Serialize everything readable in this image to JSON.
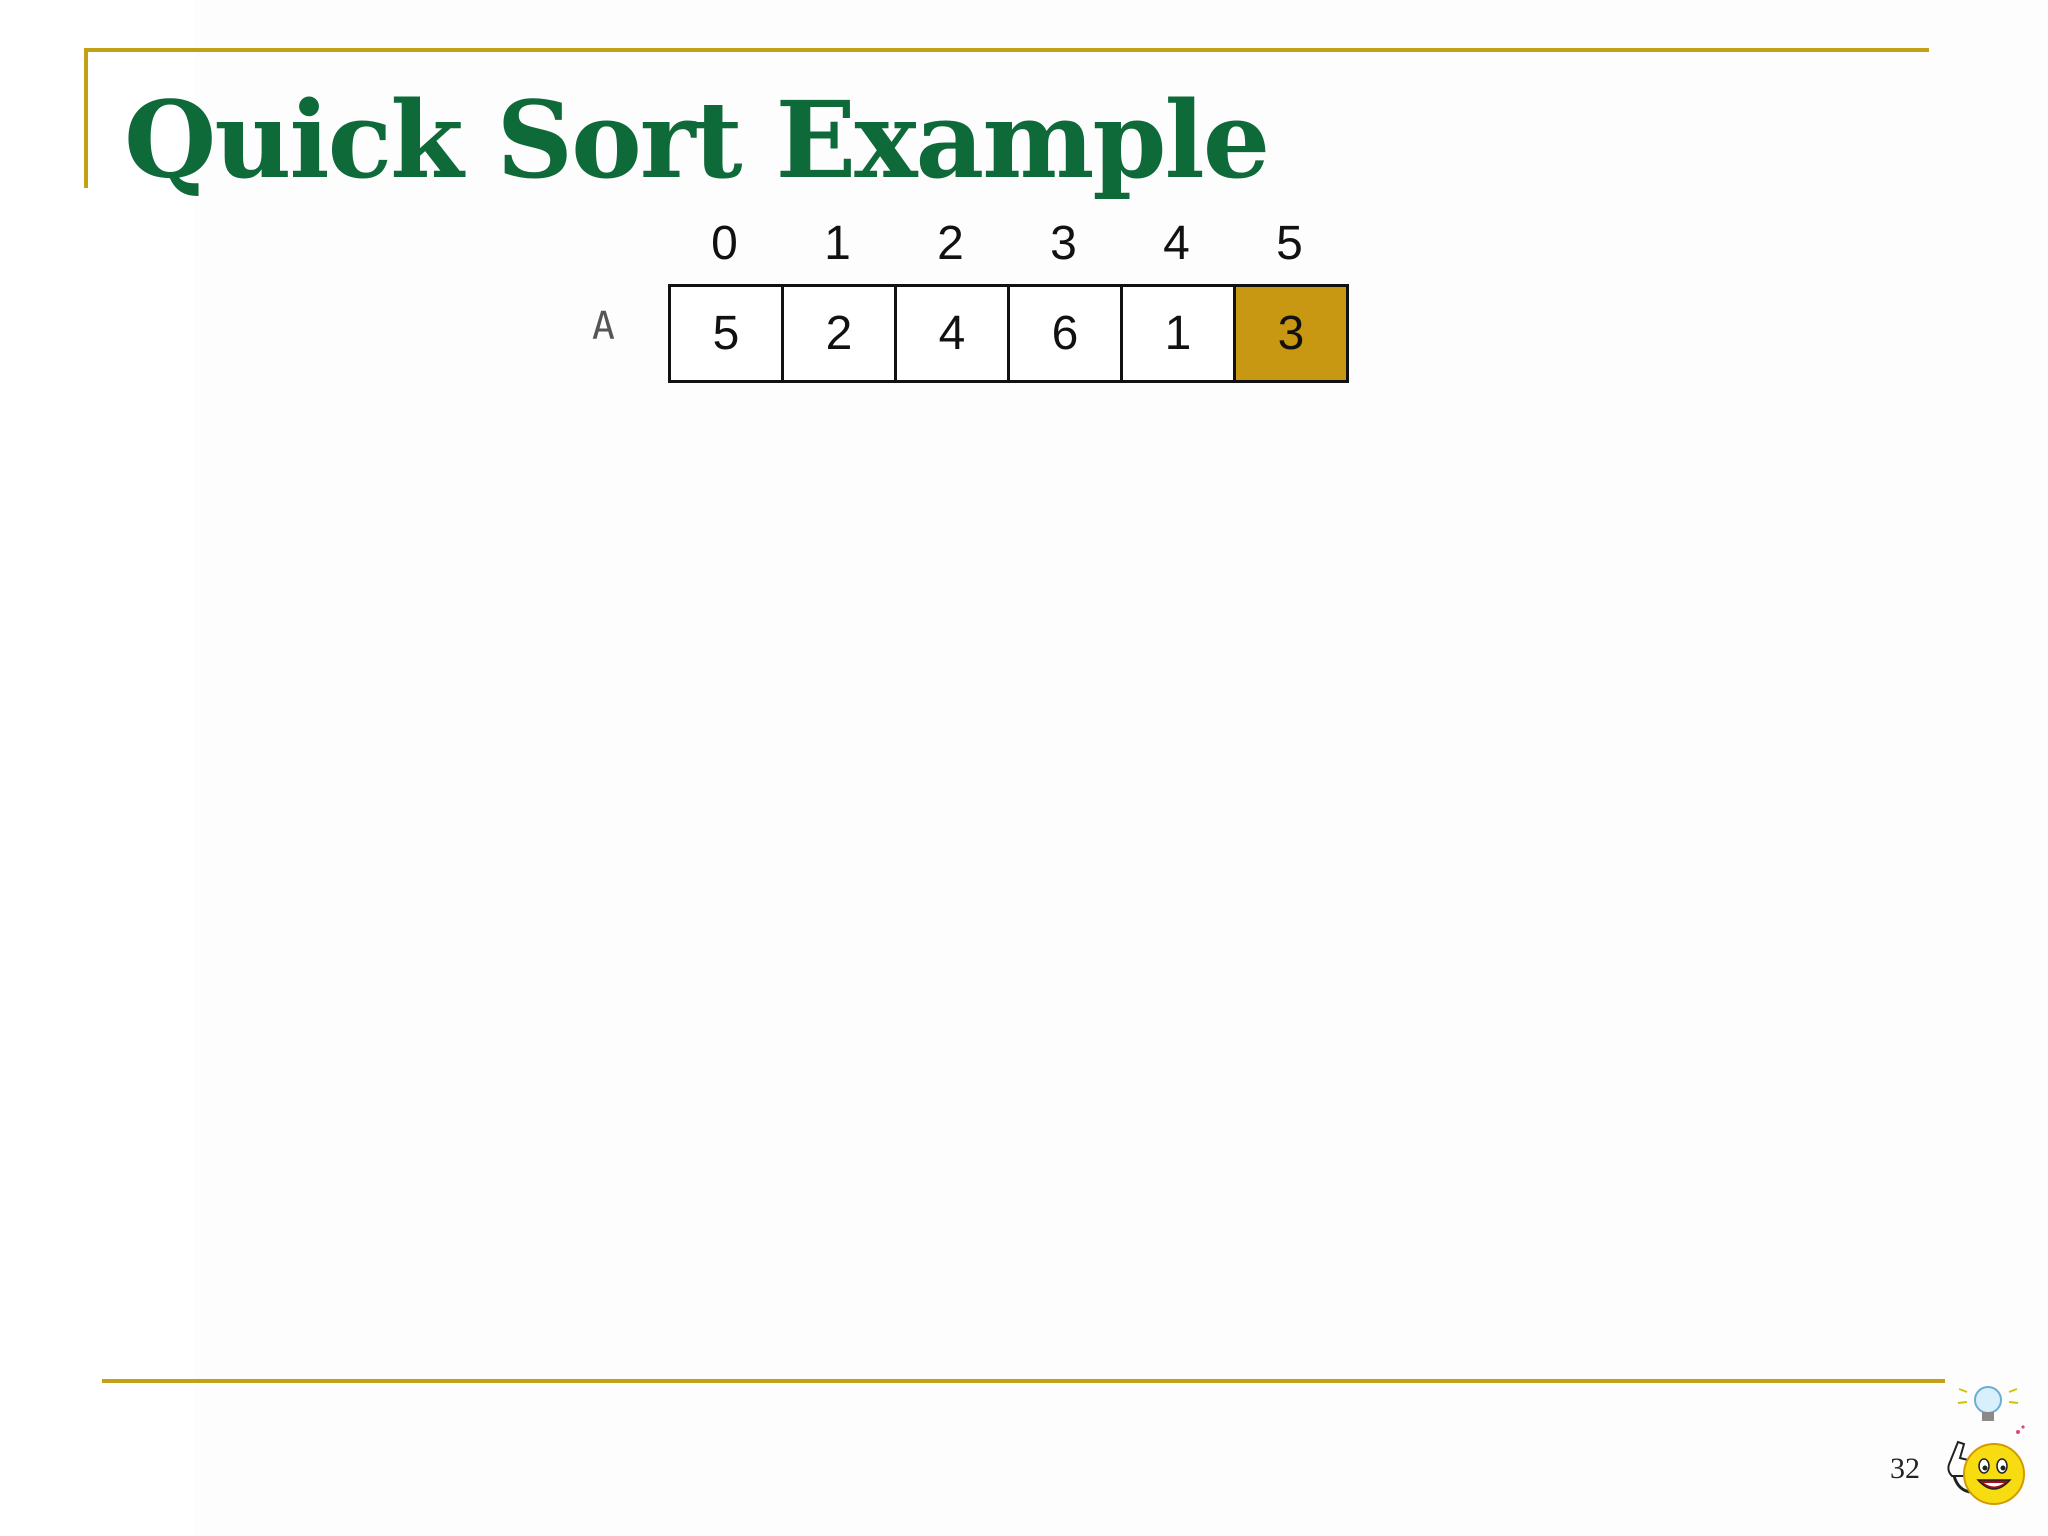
{
  "slide": {
    "title": "Quick Sort Example",
    "page_number": "32"
  },
  "array": {
    "label": "A",
    "indices": [
      "0",
      "1",
      "2",
      "3",
      "4",
      "5"
    ],
    "values": [
      "5",
      "2",
      "4",
      "6",
      "1",
      "3"
    ],
    "pivot_index": 5
  },
  "colors": {
    "title": "#0f6a3a",
    "rule": "#c4a017",
    "pivot": "#c89812"
  },
  "icons": [
    "lightbulb-smiley-icon"
  ]
}
